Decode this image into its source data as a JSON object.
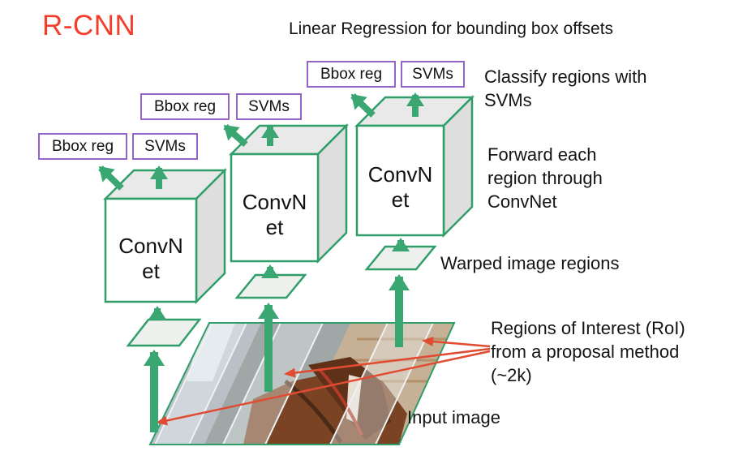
{
  "slide": {
    "title": "R-CNN",
    "top_note": "Linear Regression for bounding box offsets"
  },
  "columns": [
    {
      "bbox_reg": "Bbox reg",
      "svms": "SVMs",
      "convnet": "ConvN\net"
    },
    {
      "bbox_reg": "Bbox reg",
      "svms": "SVMs",
      "convnet": "ConvN\net"
    },
    {
      "bbox_reg": "Bbox reg",
      "svms": "SVMs",
      "convnet": "ConvN\net"
    }
  ],
  "annotations": {
    "classify": "Classify regions with SVMs",
    "forward": "Forward each region through ConvNet",
    "warped": "Warped image regions",
    "roi": "Regions of Interest (RoI) from a proposal method (~2k)",
    "input_image": "Input image"
  },
  "colors": {
    "title_red": "#f23f2b",
    "diagram_green": "#2f9e68",
    "arrow_green": "#3aa671",
    "box_purple": "#9464c8",
    "roi_arrow_red": "#e14b31"
  }
}
